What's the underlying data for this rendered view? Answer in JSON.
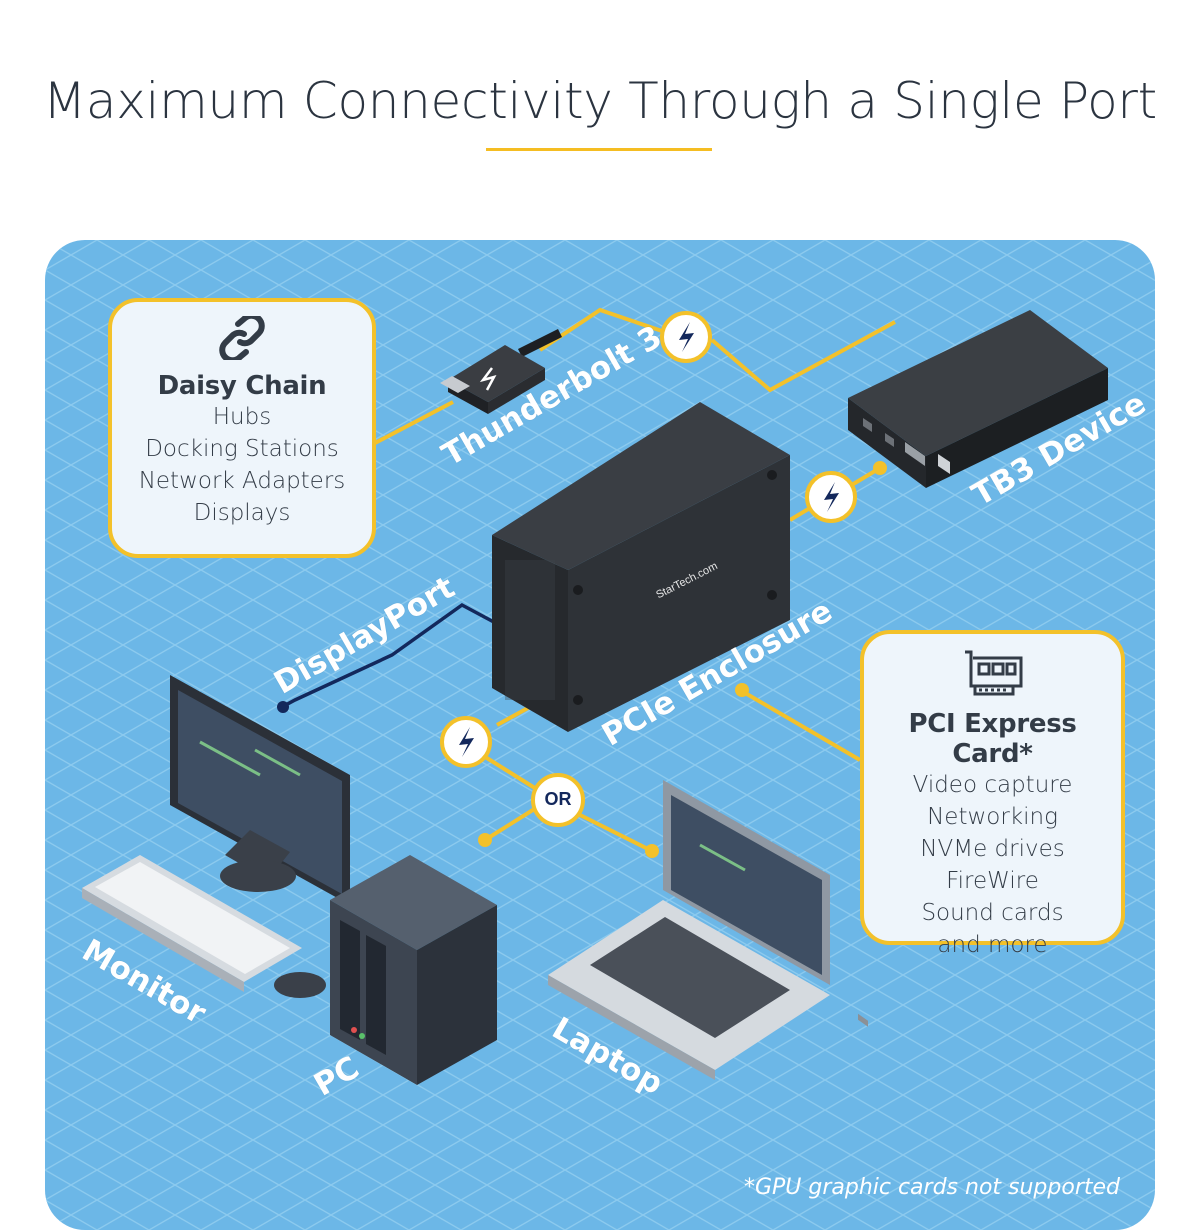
{
  "title": "Maximum Connectivity Through a Single Port",
  "colors": {
    "accent_yellow": "#f5bd22",
    "background_blue": "#6cb7e7",
    "grid_line": "#8ccaee",
    "device_dark": "#2f3338",
    "navy_cable": "#13285c",
    "callout_fill": "#eef5fb"
  },
  "daisy_chain": {
    "icon": "chain-link-icon",
    "heading": "Daisy Chain",
    "items": [
      "Hubs",
      "Docking Stations",
      "Network Adapters",
      "Displays"
    ]
  },
  "pci_card": {
    "icon": "pci-card-icon",
    "heading": "PCI Express Card*",
    "items": [
      "Video capture",
      "Networking",
      "NVMe drives",
      "FireWire",
      "Sound cards",
      "and more"
    ]
  },
  "labels": {
    "thunderbolt": "Thunderbolt 3",
    "tb3_device": "TB3 Device",
    "displayport": "DisplayPort",
    "pcie_enclosure": "PCIe Enclosure",
    "monitor": "Monitor",
    "pc": "PC",
    "laptop": "Laptop",
    "or": "OR",
    "brand": "StarTech.com"
  },
  "footnote": "*GPU graphic cards not supported"
}
